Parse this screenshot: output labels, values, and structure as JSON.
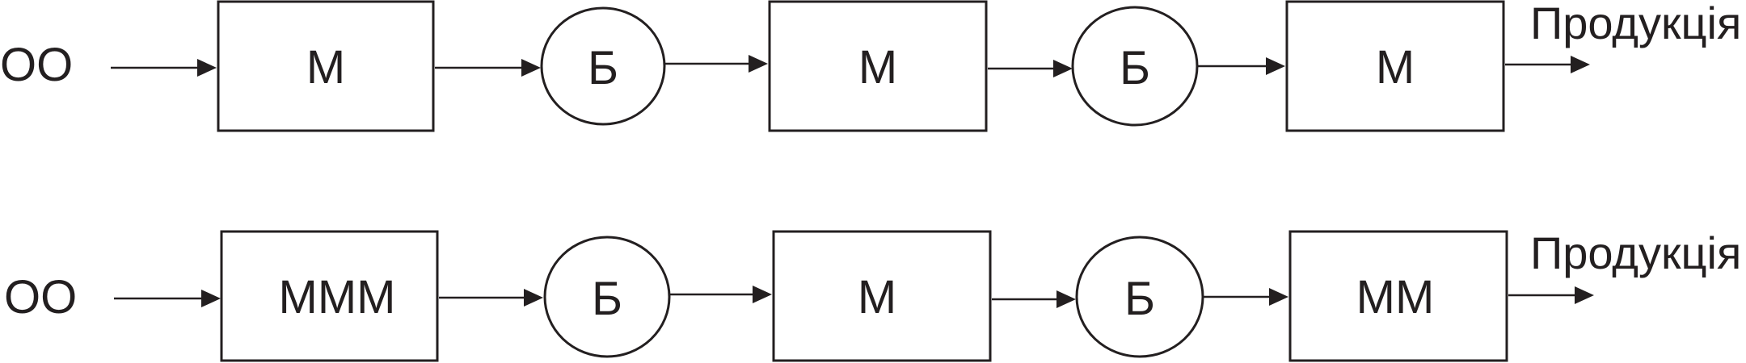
{
  "rows": [
    {
      "input_label": "ОО",
      "output_label": "Продукція",
      "stages": [
        {
          "kind": "machine",
          "label": "М"
        },
        {
          "kind": "buffer",
          "label": "Б"
        },
        {
          "kind": "machine",
          "label": "М"
        },
        {
          "kind": "buffer",
          "label": "Б"
        },
        {
          "kind": "machine",
          "label": "М"
        }
      ]
    },
    {
      "input_label": "ОО",
      "output_label": "Продукція",
      "stages": [
        {
          "kind": "machine",
          "label": "МММ"
        },
        {
          "kind": "buffer",
          "label": "Б"
        },
        {
          "kind": "machine",
          "label": "М"
        },
        {
          "kind": "buffer",
          "label": "Б"
        },
        {
          "kind": "machine",
          "label": "ММ"
        }
      ]
    }
  ],
  "colors": {
    "stroke": "#231f20",
    "fill": "#ffffff"
  }
}
